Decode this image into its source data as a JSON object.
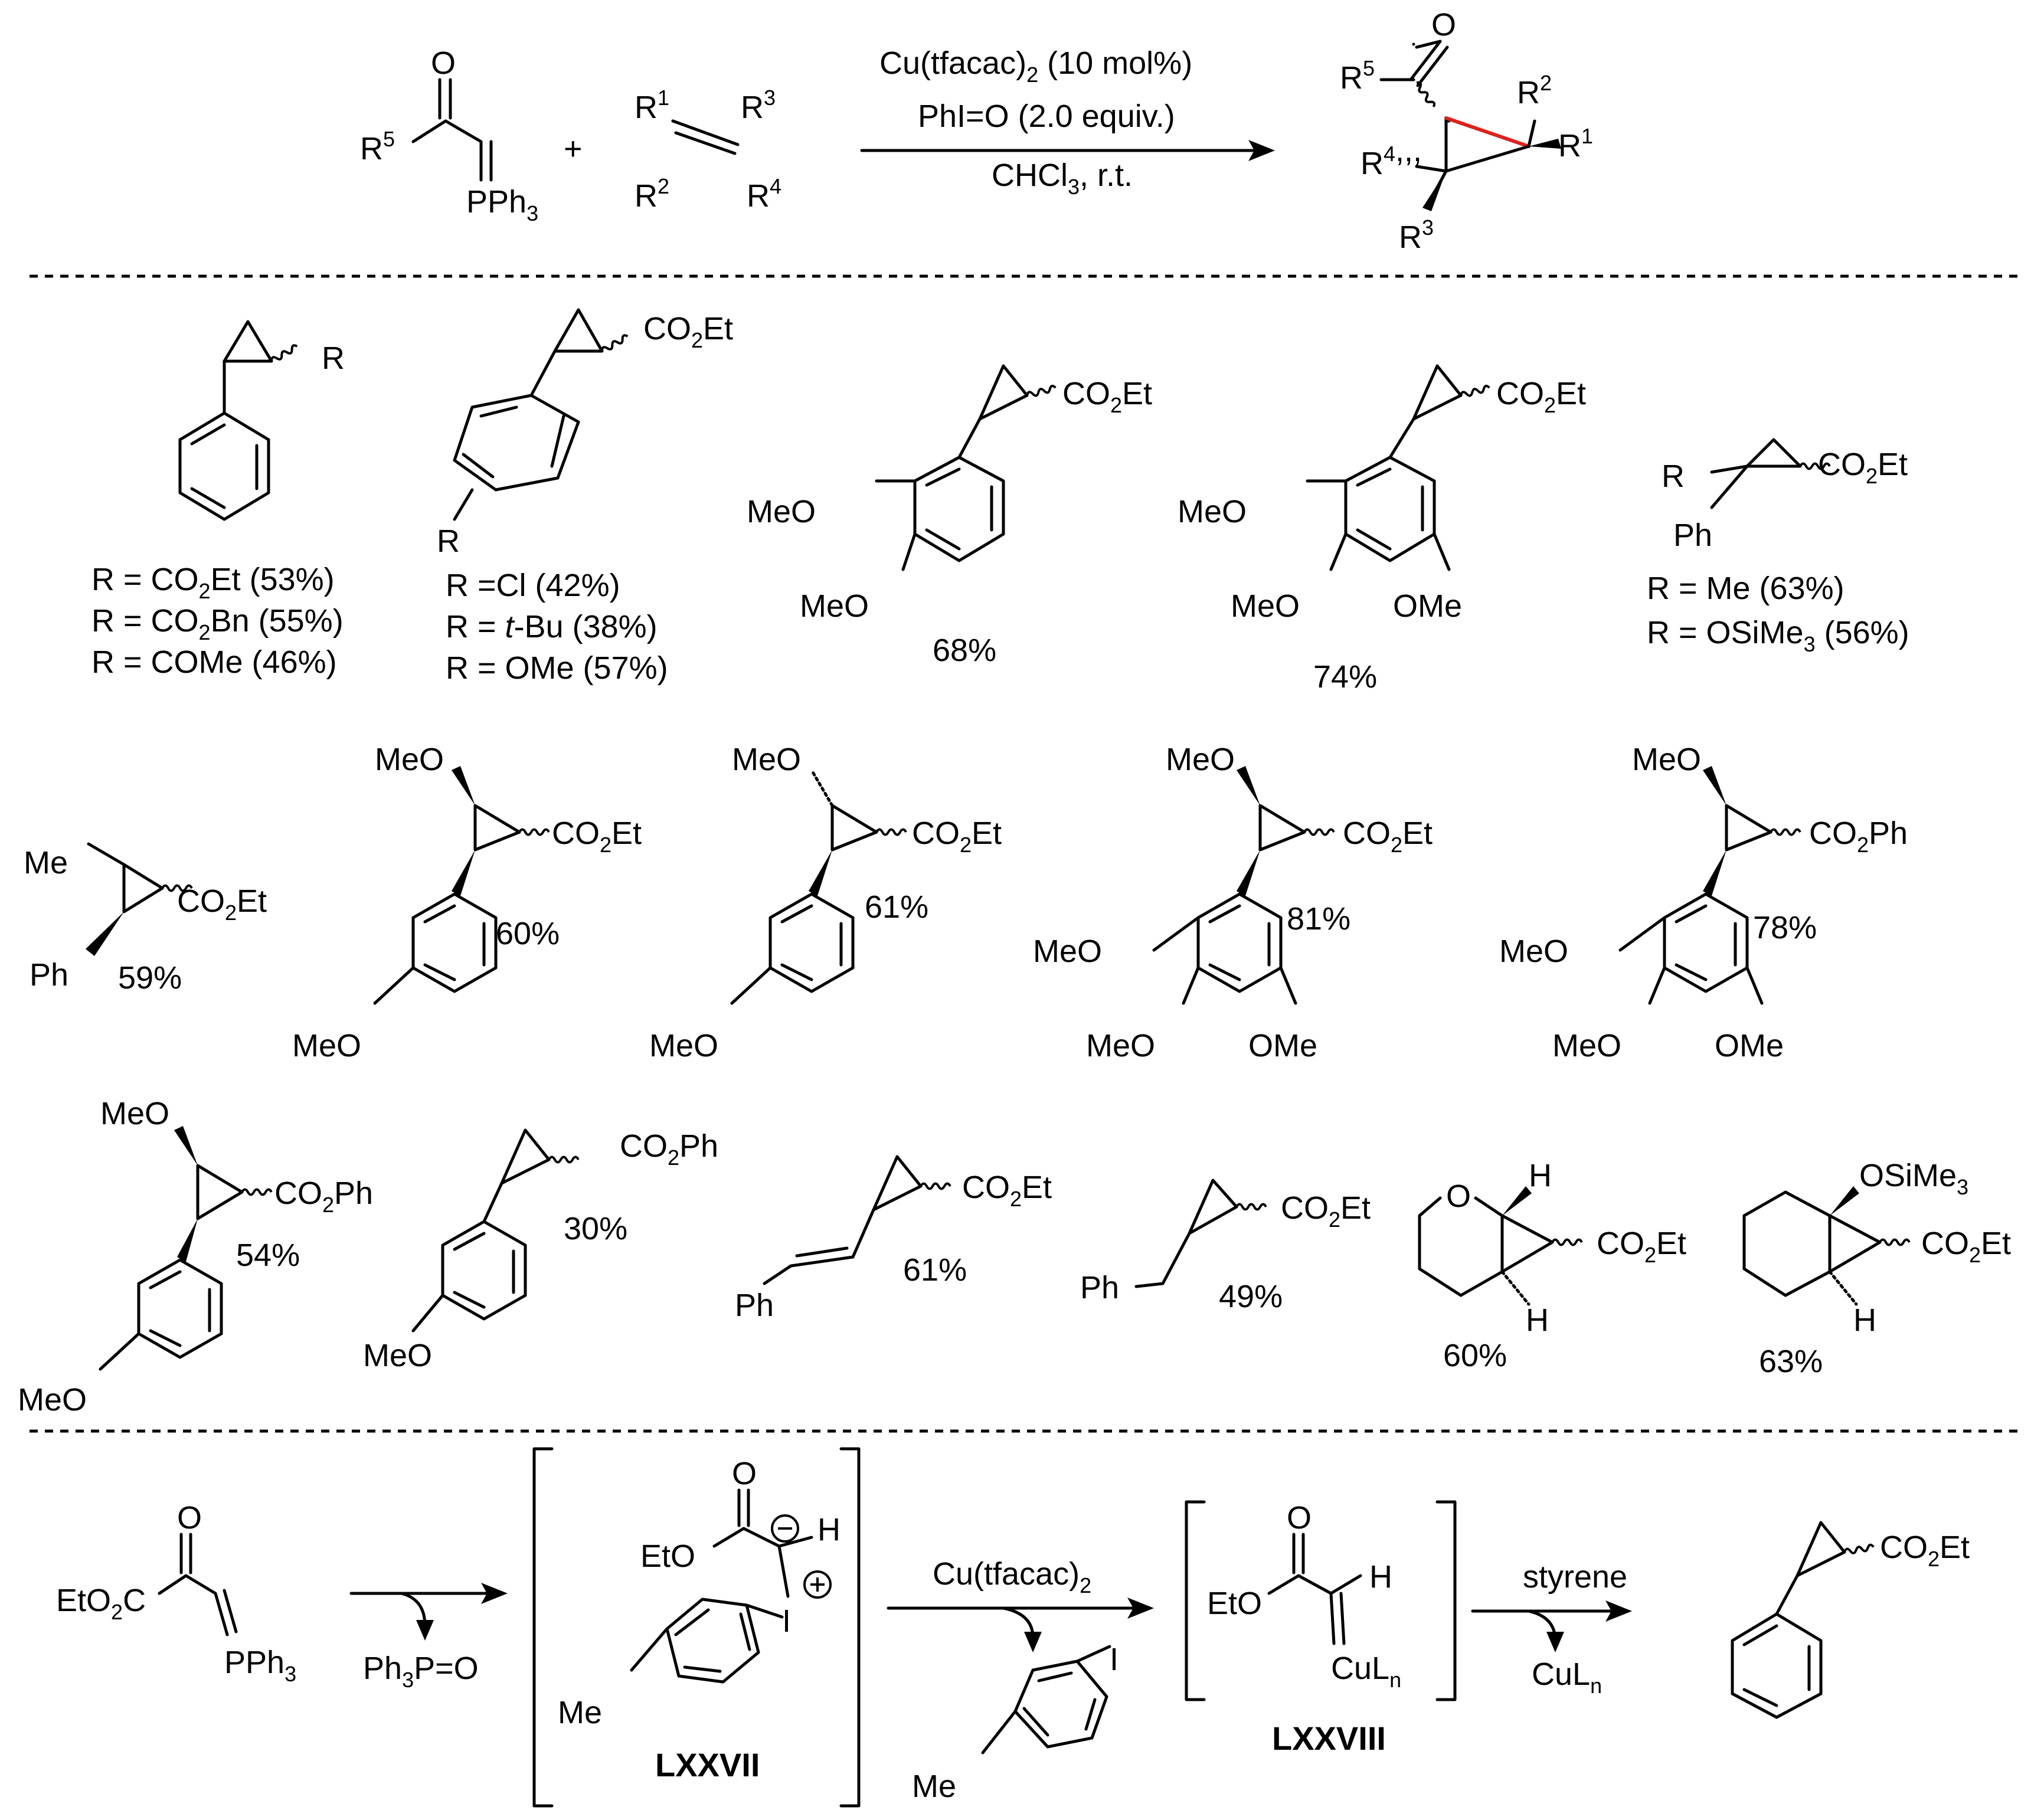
{
  "general": {
    "conditions": [
      "Cu(tfacac)2 (10 mol%)",
      "PhI=O (2.0 equiv.)",
      "CHCl3, r.t."
    ],
    "plus": "+",
    "ylide_R": "R5",
    "ylide_P": "PPh3",
    "ylide_O": "O",
    "alkene": [
      "R1",
      "R3",
      "R2",
      "R4"
    ],
    "product": {
      "O": "O",
      "R5": "R5",
      "R2": "R2",
      "R1": "R1",
      "R4": "R4",
      "R3": "R3"
    },
    "accent_color": "#e0201b"
  },
  "row1": [
    {
      "label": "R",
      "yields": [
        "R = CO2Et (53%)",
        "R = CO2Bn (55%)",
        "R = COMe (46%)"
      ]
    },
    {
      "label": "CO2Et",
      "sub": "R",
      "yields": [
        "R =Cl (42%)",
        "R = t-Bu (38%)",
        "R = OMe (57%)"
      ]
    },
    {
      "label": "CO2Et",
      "subs": [
        "MeO",
        "MeO"
      ],
      "yield": "68%"
    },
    {
      "label": "CO2Et",
      "subs": [
        "MeO",
        "MeO",
        "OMe"
      ],
      "yield": "74%"
    },
    {
      "label": "CO2Et",
      "subs": [
        "R",
        "Ph"
      ],
      "yields": [
        "R = Me (63%)",
        "R = OSiMe3 (56%)"
      ]
    }
  ],
  "row2": [
    {
      "label": "CO2Et",
      "subs": [
        "Me",
        "Ph"
      ],
      "yield": "59%"
    },
    {
      "label": "CO2Et",
      "subs": [
        "MeO",
        "MeO"
      ],
      "yield": "60%"
    },
    {
      "label": "CO2Et",
      "subs": [
        "MeO",
        "MeO"
      ],
      "yield": "61%"
    },
    {
      "label": "CO2Et",
      "subs": [
        "MeO",
        "MeO",
        "MeO",
        "OMe"
      ],
      "yield": "81%"
    },
    {
      "label": "CO2Ph",
      "subs": [
        "MeO",
        "MeO",
        "MeO",
        "OMe"
      ],
      "yield": "78%"
    }
  ],
  "row3": [
    {
      "label": "CO2Ph",
      "subs": [
        "MeO",
        "MeO"
      ],
      "yield": "54%"
    },
    {
      "label": "CO2Ph",
      "subs": [
        "MeO"
      ],
      "yield": "30%"
    },
    {
      "label": "CO2Et",
      "subs": [
        "Ph"
      ],
      "yield": "61%"
    },
    {
      "label": "CO2Et",
      "subs": [
        "Ph"
      ],
      "yield": "49%"
    },
    {
      "label": "CO2Et",
      "subs": [
        "O",
        "H",
        "H"
      ],
      "yield": "60%"
    },
    {
      "label": "CO2Et",
      "subs": [
        "OSiMe3",
        "H"
      ],
      "yield": "63%"
    }
  ],
  "mechanism": {
    "start": {
      "O": "O",
      "ester": "EtO2C",
      "P": "PPh3"
    },
    "byproduct1": "Ph3P=O",
    "intermediate1": {
      "O": "O",
      "ester": "EtO",
      "H": "H",
      "I": "I",
      "Me": "Me",
      "name": "LXXVII"
    },
    "reagent2": "Cu(tfacac)2",
    "byproduct2": {
      "I": "I",
      "Me": "Me"
    },
    "intermediate2": {
      "O": "O",
      "ester": "EtO",
      "H": "H",
      "Cu": "CuLn",
      "name": "LXXVIII"
    },
    "reagent3": "styrene",
    "byproduct3": "CuLn",
    "product": "CO2Et"
  }
}
